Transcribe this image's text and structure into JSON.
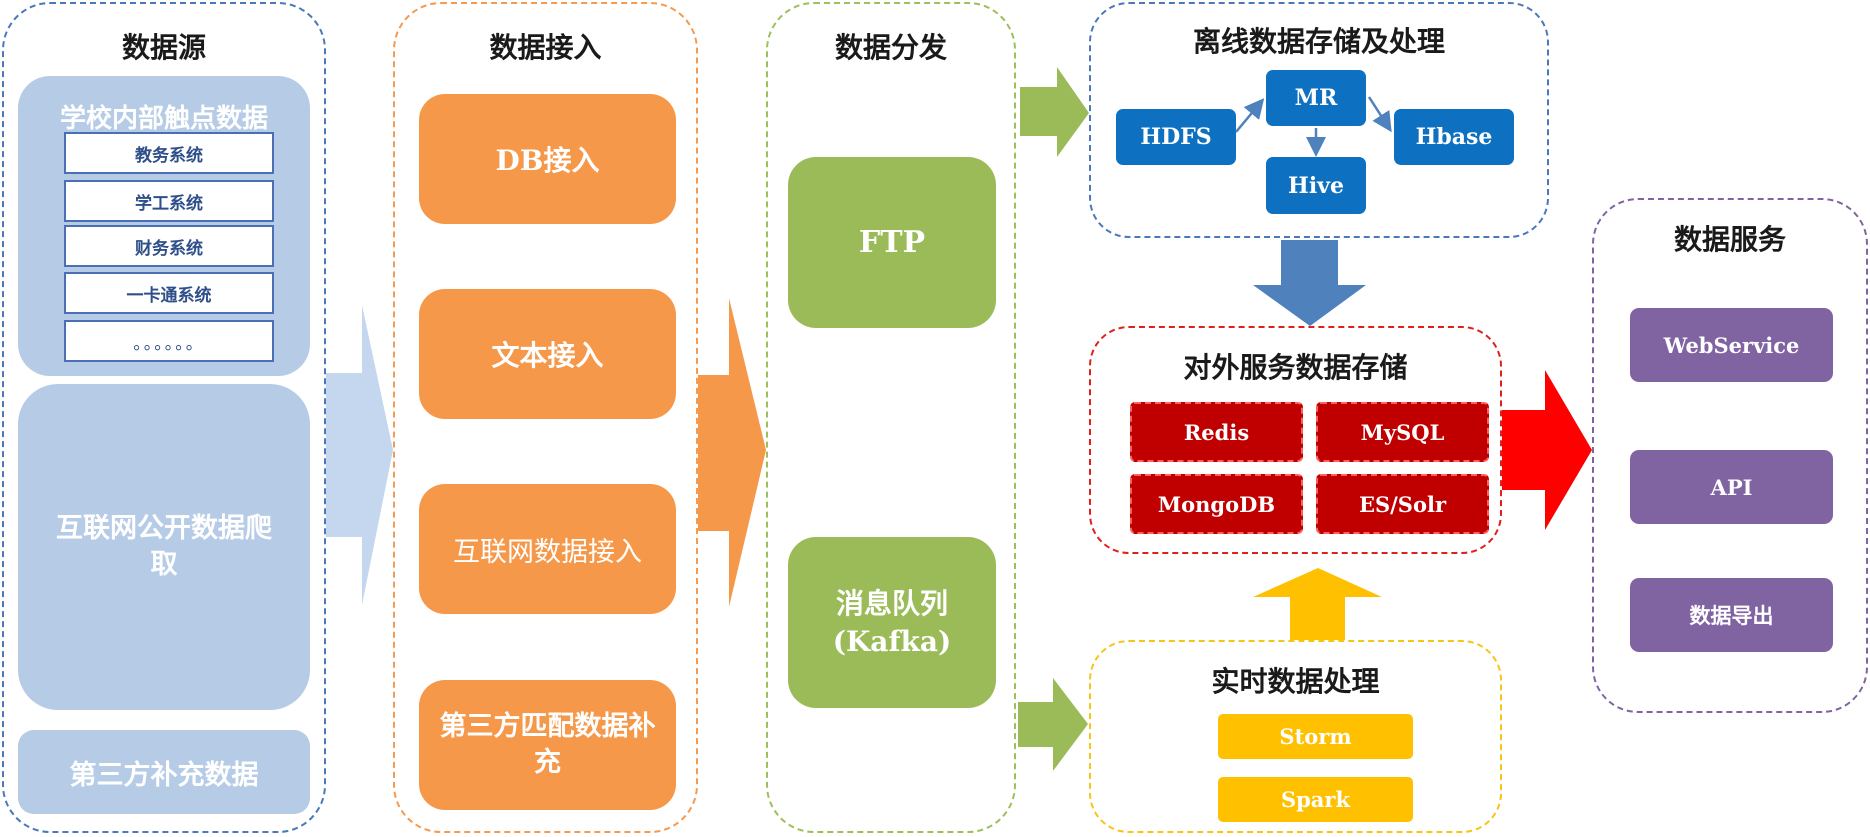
{
  "colors": {
    "source_border": "#4a78b8",
    "source_fill": "#b6cce6",
    "ingest_border": "#f59a4f",
    "ingest_fill": "#f5984a",
    "dist_border": "#9cc05a",
    "dist_fill": "#9bbb59",
    "offline_border": "#4a78b8",
    "offline_fill": "#0e70c0",
    "external_border": "#e0201c",
    "external_fill": "#c00000",
    "realtime_border": "#f5c518",
    "realtime_fill": "#ffc000",
    "service_border": "#8064a2",
    "service_fill": "#8064a2",
    "arrow_red": "#ff0000",
    "arrow_blue": "#4f81bd",
    "arrow_light_blue": "#c5d7ee"
  },
  "source": {
    "title": "数据源",
    "school_title": "学校内部触点数据",
    "school_items": [
      "教务系统",
      "学工系统",
      "财务系统",
      "一卡通系统",
      "。。。。。。"
    ],
    "internet": "互联网公开数据爬取",
    "third_party": "第三方补充数据"
  },
  "ingest": {
    "title": "数据接入",
    "items": [
      "DB接入",
      "文本接入",
      "互联网数据接入",
      "第三方匹配数据补充"
    ]
  },
  "dist": {
    "title": "数据分发",
    "ftp": "FTP",
    "mq": "消息队列(Kafka)"
  },
  "offline": {
    "title": "离线数据存储及处理",
    "hdfs": "HDFS",
    "mr": "MR",
    "hive": "Hive",
    "hbase": "Hbase"
  },
  "external": {
    "title": "对外服务数据存储",
    "items": [
      "Redis",
      "MySQL",
      "MongoDB",
      "ES/Solr"
    ]
  },
  "realtime": {
    "title": "实时数据处理",
    "items": [
      "Storm",
      "Spark"
    ]
  },
  "service": {
    "title": "数据服务",
    "items": [
      "WebService",
      "API",
      "数据导出"
    ]
  }
}
